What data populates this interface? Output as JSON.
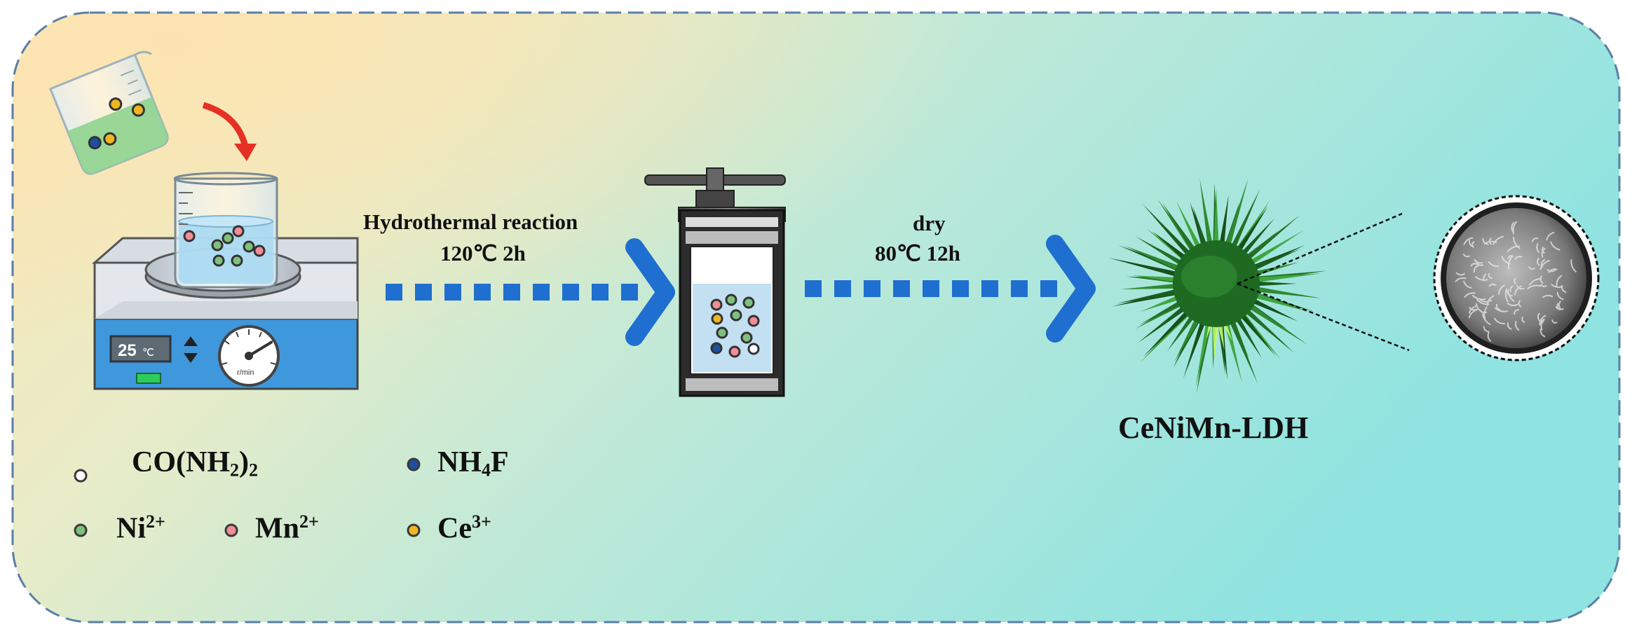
{
  "colors": {
    "bg_left": "#fbe7b8",
    "bg_mid": "#c4ead8",
    "bg_right": "#8fe4e2",
    "border_dash": "#5a7fa8",
    "arrow_blue": "#1f6fd0",
    "urea": "#ffffff",
    "ni": "#7ec17e",
    "mn": "#f08d96",
    "nh4f": "#1e4fa0",
    "ce": "#f0b522",
    "liquid_green": "#8fd48f",
    "liquid_blue": "#a9d9f2",
    "stirrer_blue": "#3f97dc",
    "urchin_dark": "#1c5d21",
    "urchin_light": "#3fa63f",
    "urchin_glow": "#ccff66",
    "pour_arrow": "#e63024"
  },
  "icons": [
    "pouring-beaker-icon",
    "stirring-hotplate-icon",
    "autoclave-icon",
    "urchin-microsphere-icon",
    "sem-zoom-icon"
  ],
  "hotplate": {
    "display_value": "25",
    "display_unit": "℃",
    "dial_unit": "r/min"
  },
  "step1": {
    "line1": "Hydrothermal reaction",
    "line2": "120℃  2h"
  },
  "step2": {
    "line1": "dry",
    "line2": "80℃   12h"
  },
  "product": {
    "label": "CeNiMn-LDH"
  },
  "legend": {
    "urea": {
      "base": "CO(NH",
      "sub": "2",
      "end": ")",
      "sub2": "2"
    },
    "nh4f": {
      "base": "NH",
      "sub": "4",
      "end": "F"
    },
    "ni": {
      "base": "Ni",
      "sup": "2+"
    },
    "mn": {
      "base": "Mn",
      "sup": "2+"
    },
    "ce": {
      "base": "Ce",
      "sup": "3+"
    }
  }
}
